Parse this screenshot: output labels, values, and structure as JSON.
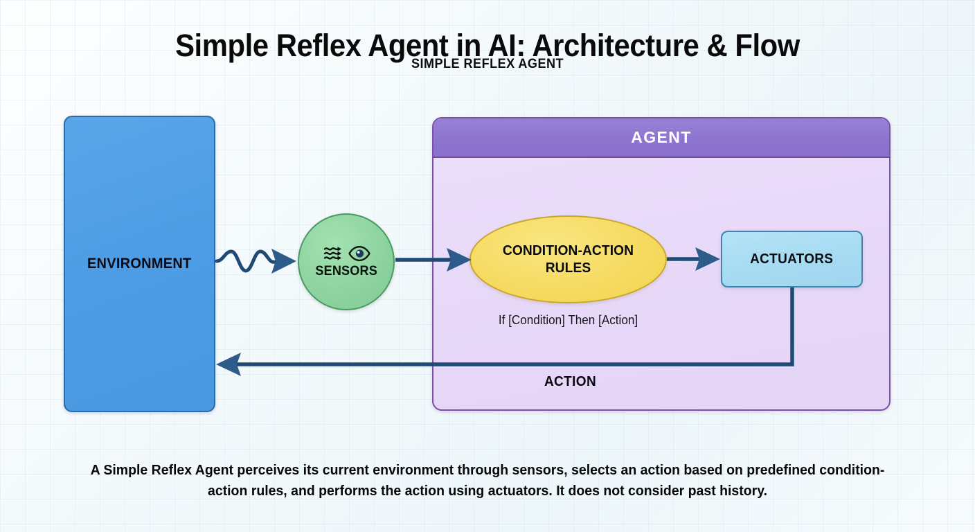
{
  "page": {
    "title": "Simple Reflex Agent in AI: Architecture & Flow",
    "caption": "A Simple Reflex Agent perceives its current environment through sensors, selects an action based on predefined condition-action rules, and performs the action using actuators. It does not consider past history."
  },
  "diagram": {
    "type": "flow-diagram",
    "environment": {
      "label": "ENVIRONMENT",
      "fill": "#4d9ce4",
      "stroke": "#2c6aa8"
    },
    "sensors": {
      "label": "SENSORS",
      "icons": [
        "waves-icon",
        "eye-icon"
      ],
      "fill": "#8ed3a0",
      "stroke": "#4a9a63"
    },
    "agent": {
      "header_label": "AGENT",
      "subtitle": "SIMPLE REFLEX AGENT",
      "header_fill": "#8d74cf",
      "body_fill": "#e7d8f8",
      "stroke": "#7a4fa8"
    },
    "rules": {
      "label": "CONDITION-ACTION RULES",
      "formula": "If [Condition] Then [Action]",
      "fill": "#f6db62",
      "stroke": "#c9a528"
    },
    "actuators": {
      "label": "ACTUATORS",
      "fill": "#a6dbf2",
      "stroke": "#3f85ad"
    },
    "action_return": {
      "label": "ACTION"
    },
    "connectors": {
      "stroke": "#1f4a73",
      "edges": [
        {
          "name": "percept-wavy",
          "from": "environment",
          "to": "sensors",
          "style": "wavy"
        },
        {
          "name": "sensor-to-rules",
          "from": "sensors",
          "to": "rules",
          "style": "straight"
        },
        {
          "name": "rules-to-actuators",
          "from": "rules",
          "to": "actuators",
          "style": "straight"
        },
        {
          "name": "action-feedback",
          "from": "actuators",
          "to": "environment",
          "style": "elbow"
        }
      ]
    }
  }
}
